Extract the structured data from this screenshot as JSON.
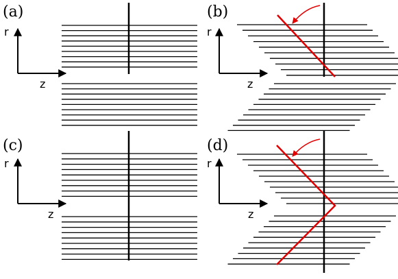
{
  "panels": [
    {
      "label": "(a)",
      "axis_r": "r",
      "axis_z": "z",
      "sheared": false,
      "red_path": "none"
    },
    {
      "label": "(b)",
      "axis_r": "r",
      "axis_z": "z",
      "sheared": true,
      "red_path": "diagonal"
    },
    {
      "label": "(c)",
      "axis_r": "r",
      "axis_z": "z",
      "sheared": false,
      "red_path": "none"
    },
    {
      "label": "(d)",
      "axis_r": "r",
      "axis_z": "z",
      "sheared": true,
      "red_path": "chevron"
    }
  ],
  "colors": {
    "line": "#000000",
    "highlight": "#e00000"
  }
}
